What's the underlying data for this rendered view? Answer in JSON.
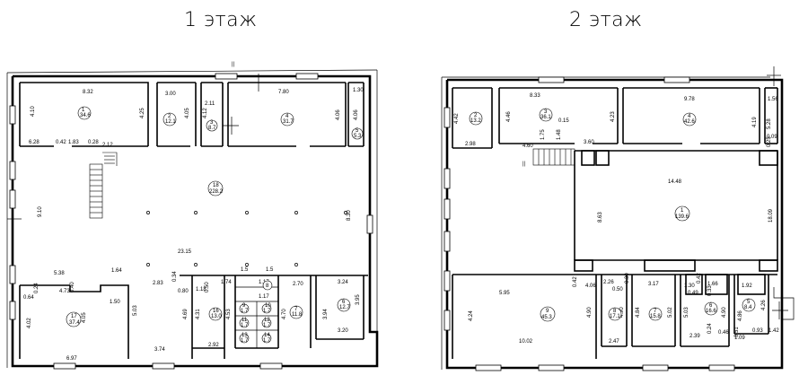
{
  "titles": {
    "left": "1 этаж",
    "right": "2 этаж"
  },
  "floor1": {
    "north_mark": "||",
    "dims": [
      "8.32",
      "3.00",
      "2.11",
      "7.80",
      "1.30",
      "4.10",
      "4.25",
      "4.05",
      "4.12",
      "4.06",
      "4.06",
      "6.28",
      "0.42",
      "1.83",
      "0.28",
      "2.12",
      "9.10",
      "8.30",
      "23.15",
      "5.38",
      "1.64",
      "0.64",
      "0.24",
      "4.73",
      "0.40",
      "1.50",
      "4.02",
      "4.05",
      "5.03",
      "2.83",
      "0.34",
      "0.80",
      "1.18",
      "0.50",
      "1.74",
      "1.5",
      "1.5",
      "2.70",
      "3.24",
      "3.95",
      "1.17",
      "1.17",
      "4.31",
      "4.69",
      "4.53",
      "4.70",
      "3.94",
      "3.20",
      "3.74",
      "2.92",
      "6.97"
    ],
    "rooms": [
      {
        "num": "1",
        "area": "34.6"
      },
      {
        "num": "2",
        "area": "12.1"
      },
      {
        "num": "3",
        "area": "8.7"
      },
      {
        "num": "4",
        "area": "31.7"
      },
      {
        "num": "5",
        "area": "5.3"
      },
      {
        "num": "18",
        "area": "228.2"
      },
      {
        "num": "17",
        "area": "37.4"
      },
      {
        "num": "16",
        "area": "13.0"
      },
      {
        "num": "7",
        "area": "11.8"
      },
      {
        "num": "6",
        "area": "12.7"
      },
      {
        "num": "8",
        "area": ""
      },
      {
        "num": "9",
        "area": "1.7"
      },
      {
        "num": "10",
        "area": "1.7"
      },
      {
        "num": "11",
        "area": "1.7"
      },
      {
        "num": "12",
        "area": "1.7"
      },
      {
        "num": "13",
        "area": "1.7"
      },
      {
        "num": "14",
        "area": "1.7"
      }
    ]
  },
  "floor2": {
    "north_mark": "||",
    "dims": [
      "8.33",
      "9.78",
      "1.56",
      "4.42",
      "4.46",
      "0.15",
      "4.23",
      "4.19",
      "5.28",
      "2.98",
      "4.60",
      "1.75",
      "3.60",
      "0.09",
      "0.25",
      "1.48",
      "14.48",
      "8.63",
      "18.09",
      "5.95",
      "0.42",
      "4.06",
      "2.26",
      "0.50",
      "0.30",
      "3.17",
      "1.30",
      "0.42",
      "1.66",
      "1.92",
      "0.49",
      "0.33",
      "4.24",
      "4.90",
      "4.90",
      "4.84",
      "5.02",
      "5.03",
      "4.90",
      "4.86",
      "4.26",
      "10.02",
      "2.47",
      "2.39",
      "0.24",
      "0.46",
      "0.51",
      "1.42",
      "1.09",
      "0.93"
    ],
    "rooms": [
      {
        "num": "2",
        "area": "13.2"
      },
      {
        "num": "3",
        "area": "36.1"
      },
      {
        "num": "4",
        "area": "42.6"
      },
      {
        "num": "1",
        "area": "139.6"
      },
      {
        "num": "9",
        "area": "45.3"
      },
      {
        "num": "8",
        "area": "17.1"
      },
      {
        "num": "7",
        "area": "15.8"
      },
      {
        "num": "6",
        "area": "16.6"
      },
      {
        "num": "5",
        "area": "8.4"
      }
    ]
  }
}
